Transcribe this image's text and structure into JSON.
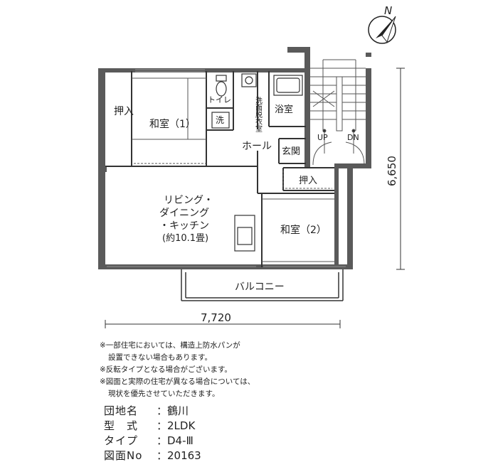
{
  "north_label": "N",
  "rooms": {
    "washitsu1": "和室（1）",
    "oshiire1": "押入",
    "toilet": "トイレ",
    "sen": "洗",
    "datsui": "洗面脱衣室",
    "yokushitsu": "浴室",
    "hall": "ホール",
    "genkan": "玄関",
    "oshiire2": "押入",
    "ldk_line1": "リビング・",
    "ldk_line2": "ダイニング",
    "ldk_line3": "・キッチン",
    "ldk_line4": "(約10.1畳)",
    "washitsu2": "和室（2）",
    "balcony": "バルコニー"
  },
  "stairs": {
    "up": "UP",
    "dn": "DN"
  },
  "dimensions": {
    "width": "7,720",
    "depth": "6,650"
  },
  "notes": [
    "※一部住宅においては、構造上防水パンが",
    "設置できない場合もあります。",
    "※反転タイプとなる場合がございます。",
    "※図面と実際の住宅が異なる場合については、",
    "現状を優先させていただきます。"
  ],
  "specs": [
    {
      "key": "団地名",
      "value": "：鶴川"
    },
    {
      "key": "型　式",
      "value": "：2LDK"
    },
    {
      "key": "タイプ",
      "value": "：D4-Ⅲ"
    },
    {
      "key": "図面No",
      "value": "：20163"
    }
  ],
  "colors": {
    "wall": "#5a5a5a",
    "line": "#333333",
    "window": "#888888"
  }
}
